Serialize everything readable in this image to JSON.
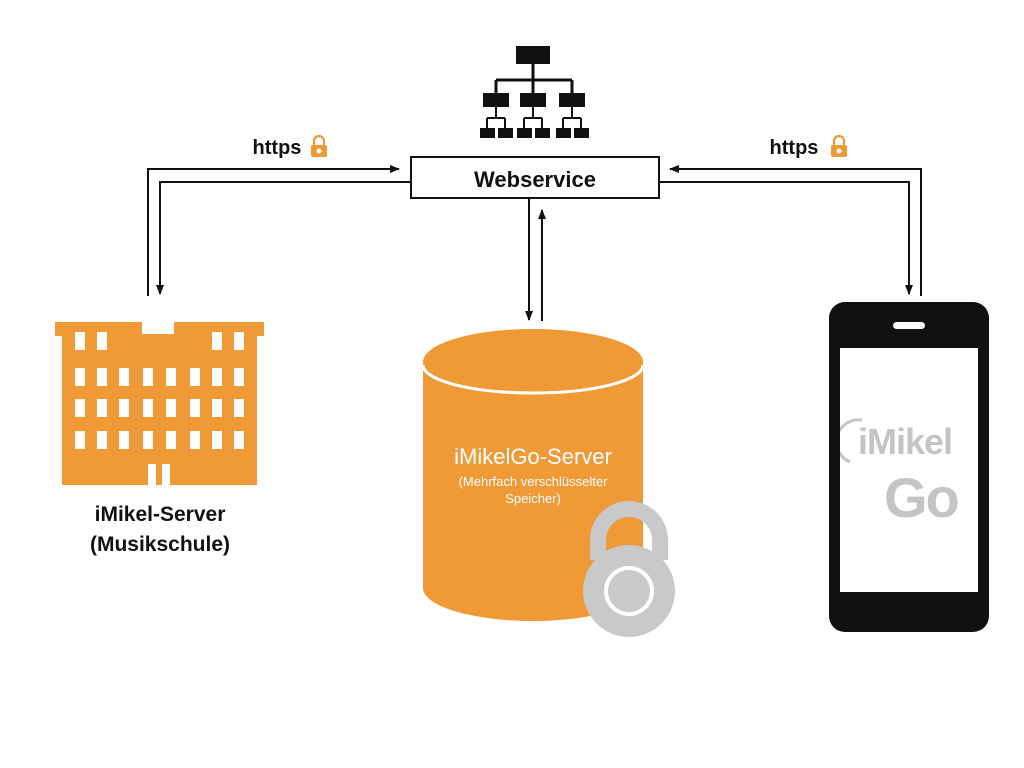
{
  "colors": {
    "accent": "#EF9A36",
    "ink": "#111111",
    "lock_grey": "#C9C9C9",
    "logo_grey": "#C4C4C4",
    "background": "#FFFFFF"
  },
  "webservice": {
    "label": "Webservice",
    "icon": "network-hierarchy-icon"
  },
  "connections": {
    "left_protocol": "https",
    "right_protocol": "https",
    "lock_icon": "padlock-icon"
  },
  "school_server": {
    "icon": "building-icon",
    "label_line1": "iMikel-Server",
    "label_line2": "(Musikschule)"
  },
  "central_server": {
    "icon": "database-cylinder-icon",
    "title": "iMikelGo-Server",
    "subtitle_line1": "(Mehrfach verschlüsselter",
    "subtitle_line2": "Speicher)",
    "lock_icon": "padlock-icon"
  },
  "mobile_app": {
    "icon": "smartphone-icon",
    "logo_text_1": "iMikel",
    "logo_text_2": "Go"
  }
}
